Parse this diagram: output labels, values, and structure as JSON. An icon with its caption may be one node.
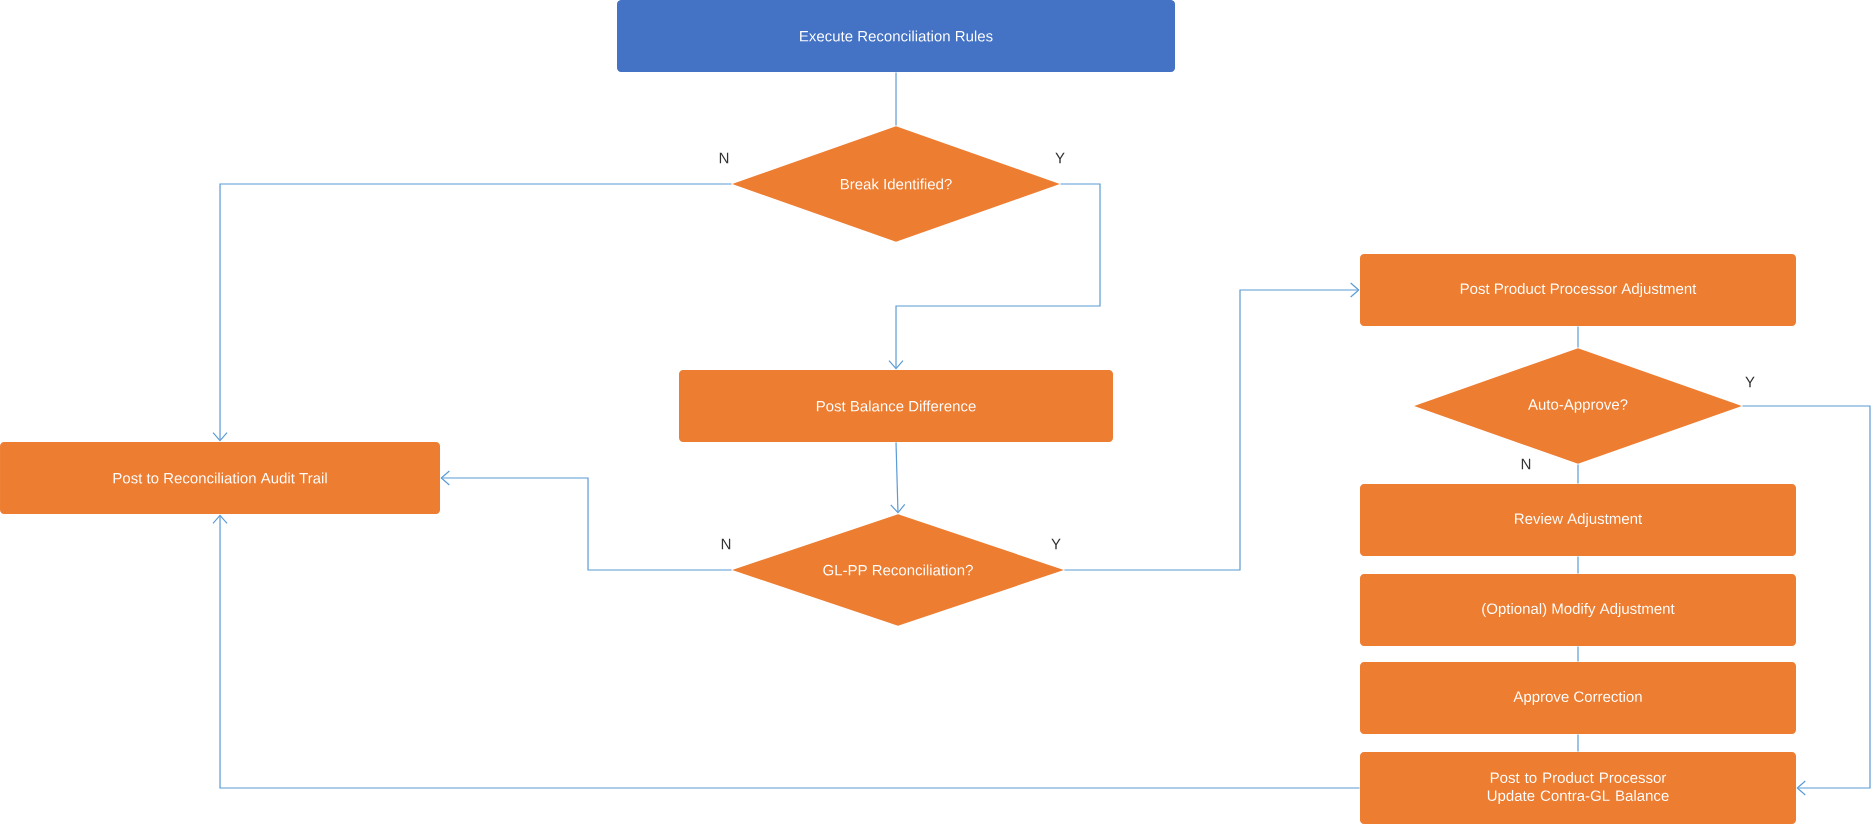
{
  "diagram": {
    "nodes": [
      {
        "text": [
          "Execute Reconciliation Rules"
        ]
      },
      {
        "text": [
          "Break Identified?"
        ]
      },
      {
        "text": [
          "Post Balance Difference"
        ]
      },
      {
        "text": [
          "Post to Reconciliation Audit Trail"
        ]
      },
      {
        "text": [
          "GL-PP Reconciliation?"
        ]
      },
      {
        "text": [
          "Post Product Processor Adjustment"
        ]
      },
      {
        "text": [
          "Auto-Approve?"
        ]
      },
      {
        "text": [
          "Review Adjustment"
        ]
      },
      {
        "text": [
          "(Optional) Modify Adjustment"
        ]
      },
      {
        "text": [
          "Approve Correction"
        ]
      },
      {
        "text": [
          "Post to Product Processor Update Contra-GL Balance"
        ]
      }
    ],
    "edges": [
      {
        "from": 0,
        "to": 1,
        "arrow": "none"
      },
      {
        "from": 1,
        "to": 3,
        "arrow": "to",
        "label": "N"
      },
      {
        "from": 1,
        "to": 2,
        "arrow": "to",
        "label": "Y"
      },
      {
        "from": 2,
        "to": 4,
        "arrow": "to"
      },
      {
        "from": 4,
        "to": 3,
        "arrow": "to",
        "label": "N"
      },
      {
        "from": 4,
        "to": 5,
        "arrow": "to",
        "label": "Y"
      },
      {
        "from": 5,
        "to": 6,
        "arrow": "none"
      },
      {
        "from": 6,
        "to": 7,
        "arrow": "none",
        "label": "N"
      },
      {
        "from": 7,
        "to": 8,
        "arrow": "none"
      },
      {
        "from": 8,
        "to": 9,
        "arrow": "none"
      },
      {
        "from": 9,
        "to": 10,
        "arrow": "none"
      },
      {
        "from": 6,
        "to": 10,
        "arrow": "to",
        "label": "Y"
      },
      {
        "from": 10,
        "to": 3,
        "arrow": "to"
      }
    ]
  }
}
